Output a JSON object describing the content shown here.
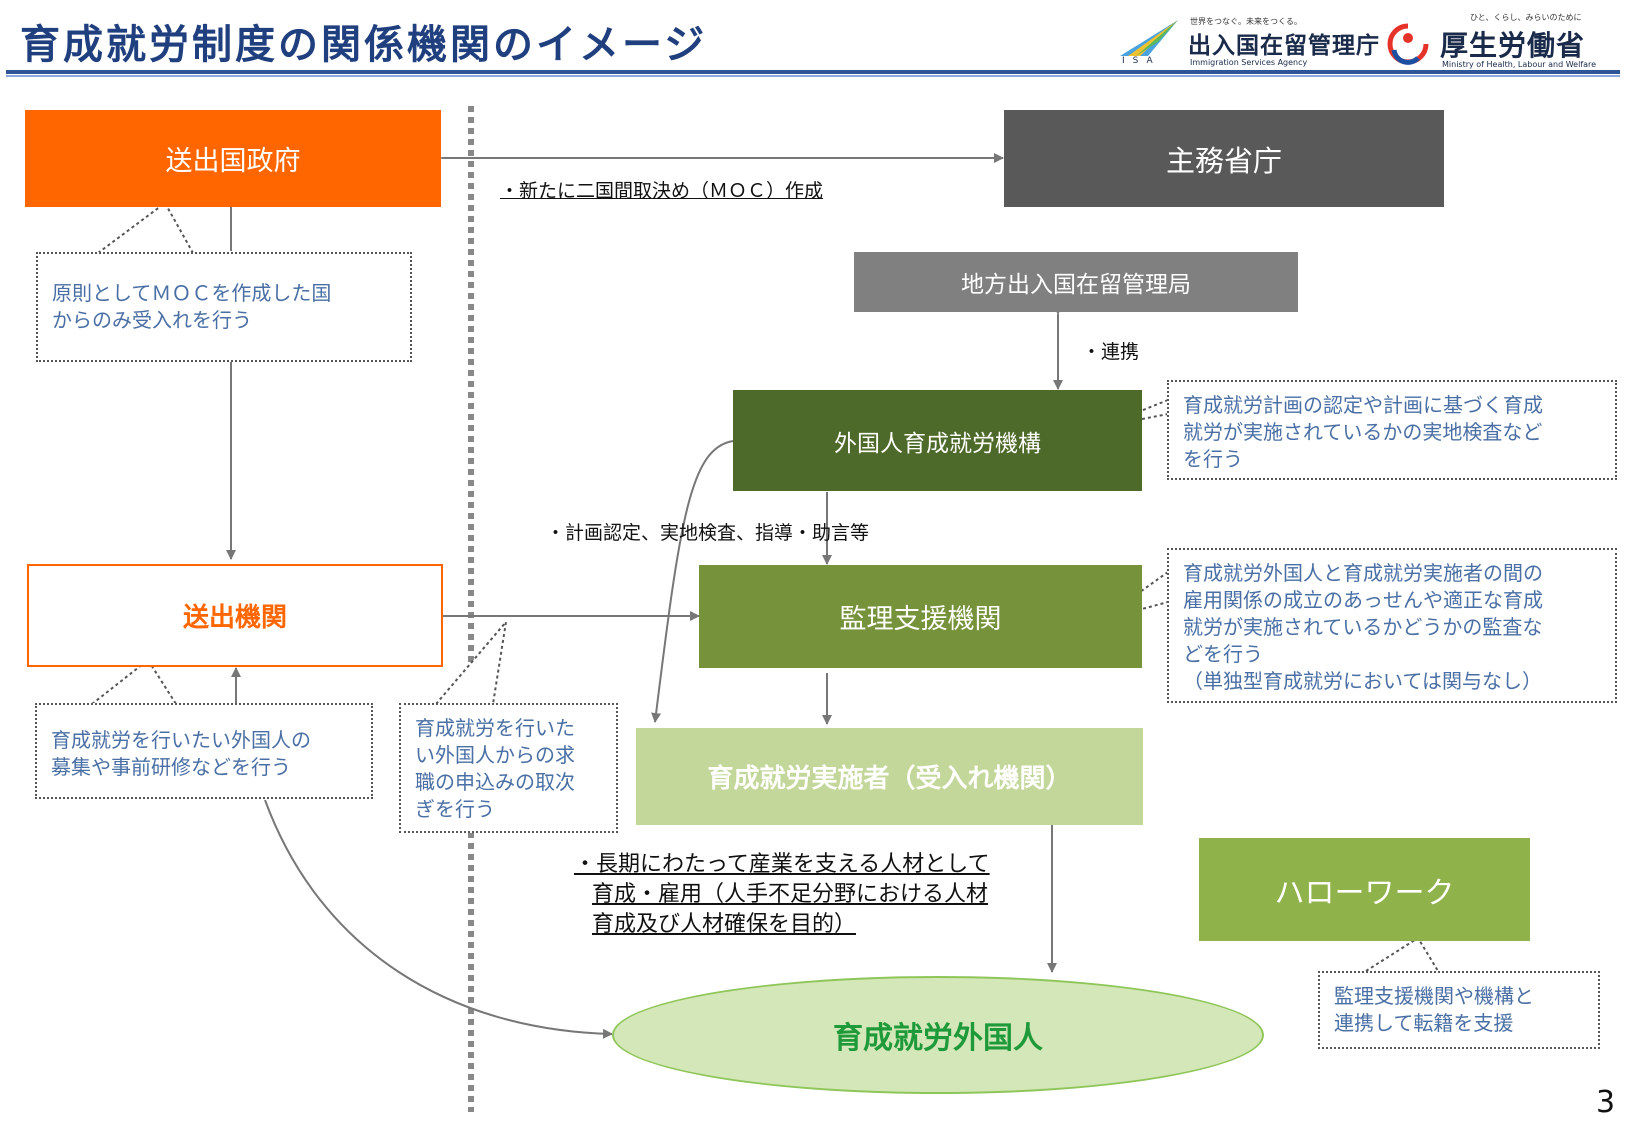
{
  "title": "育成就労制度の関係機関のイメージ",
  "logos": {
    "isa_tagline": "世界をつなぐ。未来をつくる。",
    "isa_name": "出入国在留管理庁",
    "isa_english": "Immigration Services Agency",
    "isa_abbr": "ISA",
    "mhlw_tagline": "ひと、くらし、みらいのために",
    "mhlw_name": "厚生労働省",
    "mhlw_english": "Ministry of Health, Labour and Welfare"
  },
  "nodes": {
    "sending_government": "送出国政府",
    "competent_ministries": "主務省庁",
    "regional_immigration": "地方出入国在留管理局",
    "foreign_org": "外国人育成就労機構",
    "supervisory_support": "監理支援機関",
    "sending_agency": "送出機関",
    "implementer": "育成就労実施者（受入れ機関）",
    "hello_work": "ハローワーク",
    "foreign_trainee": "育成就労外国人"
  },
  "labels": {
    "moc": "・新たに二国間取決め（ＭＯＣ）作成",
    "cooperation": "・連携",
    "plan_certification": "・計画認定、実地検査、指導・助言等",
    "long_term": [
      "・長期にわたって産業を支える人材として",
      "育成・雇用（人手不足分野における人材",
      "育成及び人材確保を目的）"
    ]
  },
  "notes": {
    "moc_country": [
      "原則としてＭＯＣを作成した国",
      "からのみ受入れを行う"
    ],
    "sending_agency_role": [
      "育成就労を行いたい外国人の",
      "募集や事前研修などを行う"
    ],
    "job_application": [
      "育成就労を行いた",
      "い外国人からの求",
      "職の申込みの取次",
      "ぎを行う"
    ],
    "org_role": [
      "育成就労計画の認定や計画に基づく育成",
      "就労が実施されているかの実地検査など",
      "を行う"
    ],
    "supervisory_role": [
      "育成就労外国人と育成就労実施者の間の",
      "雇用関係の成立のあっせんや適正な育成",
      "就労が実施されているかどうかの監査な",
      "どを行う",
      "（単独型育成就労においては関与なし）"
    ],
    "hello_work_role": [
      "監理支援機関や機構と",
      "連携して転籍を支援"
    ]
  },
  "page_number": "3",
  "colors": {
    "title": "#1f3f7f",
    "orange": "#ff6600",
    "dark_gray": "#595959",
    "mid_gray": "#808080",
    "dark_green": "#4e6a2a",
    "green": "#76933c",
    "light_green": "#c4d79b",
    "hello_green": "#8fb24a",
    "ellipse_fill": "#d4e7b8",
    "ellipse_text": "#1e9a3a",
    "note_text": "#4a6fa5"
  }
}
